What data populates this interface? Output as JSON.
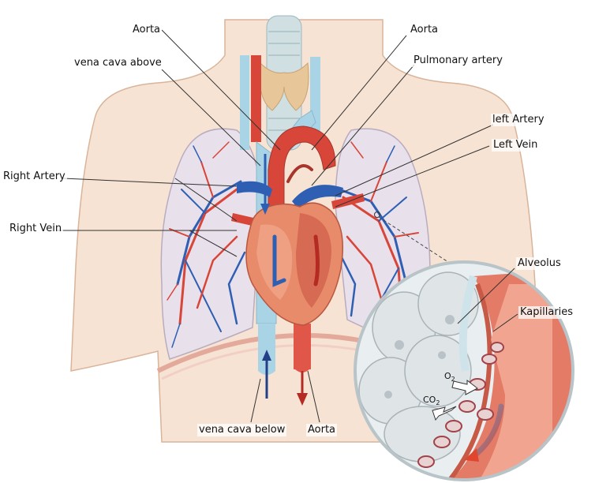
{
  "labels": {
    "aorta_top_left": "Aorta",
    "aorta_top_right": "Aorta",
    "vena_cava_above": "vena cava above",
    "pulmonary_artery": "Pulmonary artery",
    "left_artery": "left Artery",
    "left_vein": "Left Vein",
    "right_artery": "Right Artery",
    "right_vein": "Right Vein",
    "alveolus": "Alveolus",
    "kapillaries": "Kapillaries",
    "vena_cava_below": "vena cava below",
    "aorta_bottom": "Aorta"
  },
  "gases": {
    "oxygen": "O",
    "oxygen_sub": "2",
    "carbon_dioxide": "CO",
    "carbon_dioxide_sub": "2"
  },
  "colors": {
    "artery_red": "#d8463a",
    "vein_blue": "#2f5fb3",
    "vena_light_blue": "#a9d4e6",
    "skin": "#f6e3d3",
    "lung": "#e8e0ea",
    "heart": "#e78b6b",
    "thyroid": "#e7c79a",
    "trachea": "#cfdfe2"
  }
}
